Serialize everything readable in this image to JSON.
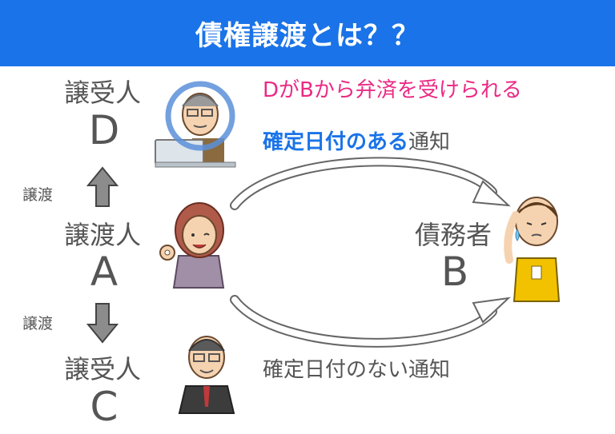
{
  "header": {
    "title": "債権譲渡とは？？"
  },
  "parties": {
    "d": {
      "role": "譲受人",
      "letter": "D"
    },
    "a": {
      "role": "譲渡人",
      "letter": "A"
    },
    "c": {
      "role": "譲受人",
      "letter": "C"
    },
    "b": {
      "role": "債務者",
      "letter": "B"
    }
  },
  "transfer_labels": {
    "up": "譲渡",
    "down": "譲渡"
  },
  "messages": {
    "d_repaid": "DがBから弁済を受けられる",
    "confirmed_bold": "確定日付のある",
    "confirmed_rest": "通知",
    "unconfirmed": "確定日付のない通知"
  },
  "colors": {
    "header_bg": "#1a73e8",
    "highlight_pink": "#ea2a84",
    "highlight_blue": "#1a73e8",
    "text_gray": "#555555",
    "ring_blue": "#5b8fd9"
  },
  "icons": {
    "up_arrow": "arrow-up-icon",
    "down_arrow": "arrow-down-icon",
    "curve_top": "curved-arrow-icon",
    "curve_bottom": "curved-arrow-icon"
  }
}
